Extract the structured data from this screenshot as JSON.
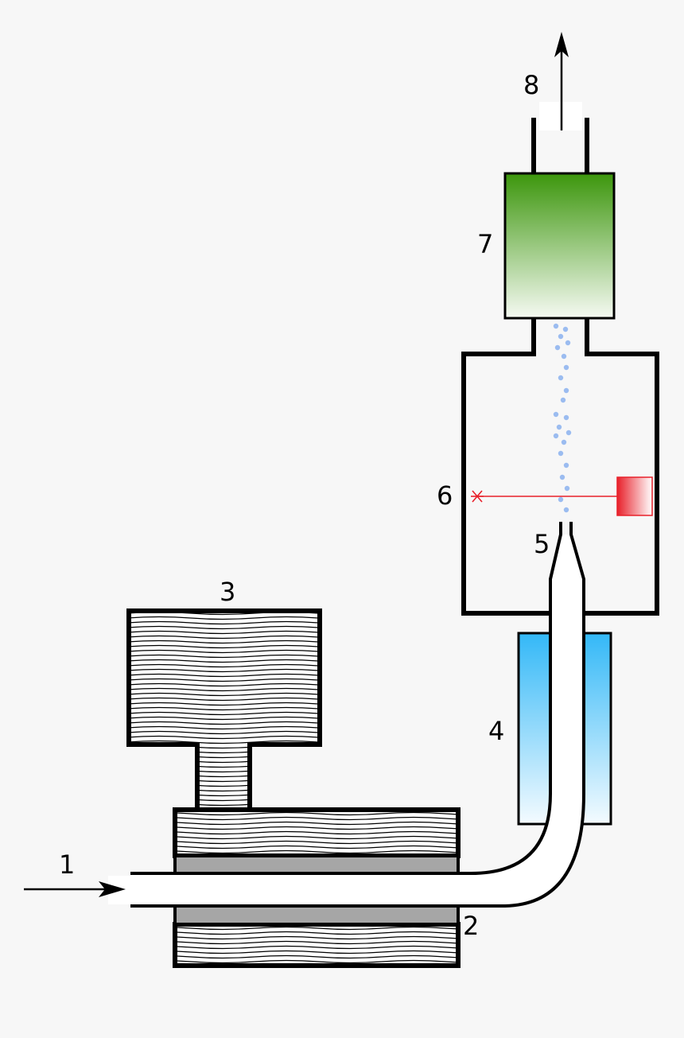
{
  "labels": {
    "inlet": "1",
    "heater_band": "2",
    "reservoir": "3",
    "cooling_jacket": "4",
    "nozzle": "5",
    "laser_chamber": "6",
    "filter": "7",
    "outlet": "8"
  },
  "colors": {
    "outline": "#000000",
    "background": "#f7f7f7",
    "heater": "#a6a6a6",
    "cooling_top": "#33b8f7",
    "filter_top": "#3c960c",
    "laser_source": "#e8202a",
    "particles": "#9bbcf0"
  }
}
